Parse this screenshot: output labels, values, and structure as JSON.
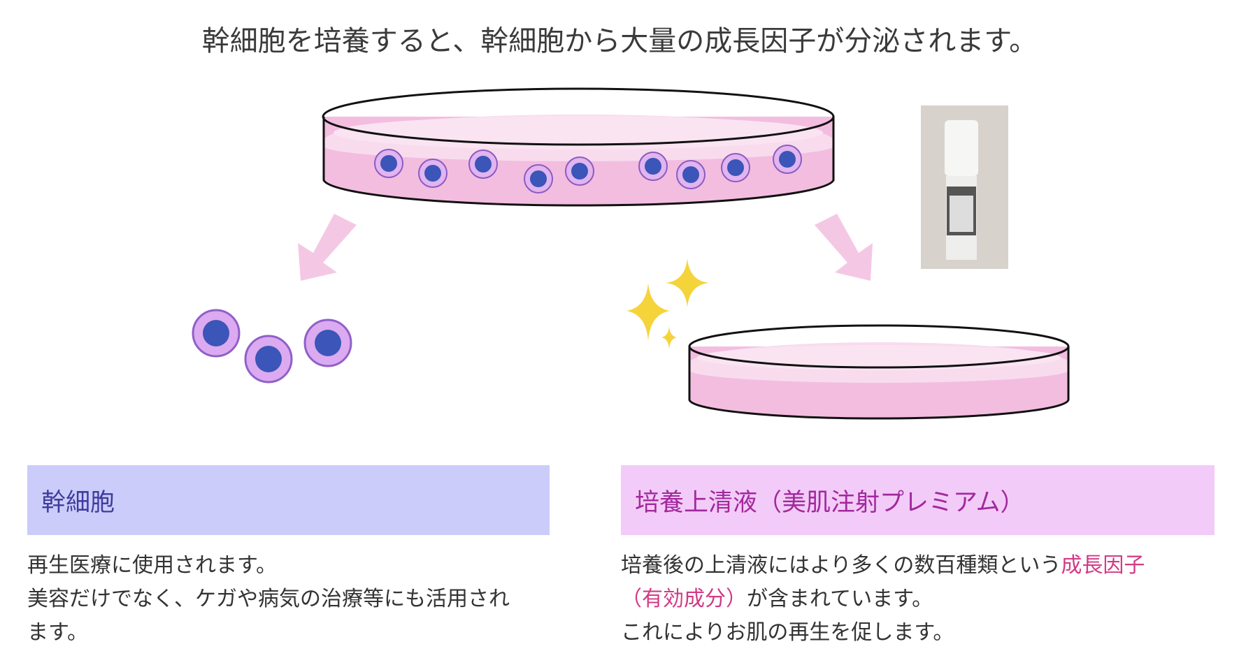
{
  "title": "幹細胞を培養すると、幹細胞から大量の成長因子が分泌されます。",
  "left": {
    "heading": "幹細胞",
    "lines": [
      "再生医療に使用されます。",
      "美容だけでなく、ケガや病気の治療等にも活用され",
      "ます。"
    ]
  },
  "right": {
    "heading": "培養上清液（美肌注射プレミアム）",
    "line1_pre": "培養後の上清液にはより多くの数百種類という",
    "line1_hl": "成長因子",
    "line2_hl": "（有効成分）",
    "line2_post": "が含まれています。",
    "line3": "これによりお肌の再生を促します。"
  },
  "colors": {
    "left_header_bg": "#ccccfa",
    "right_header_bg": "#f3cbf8",
    "highlight": "#d23a86"
  }
}
